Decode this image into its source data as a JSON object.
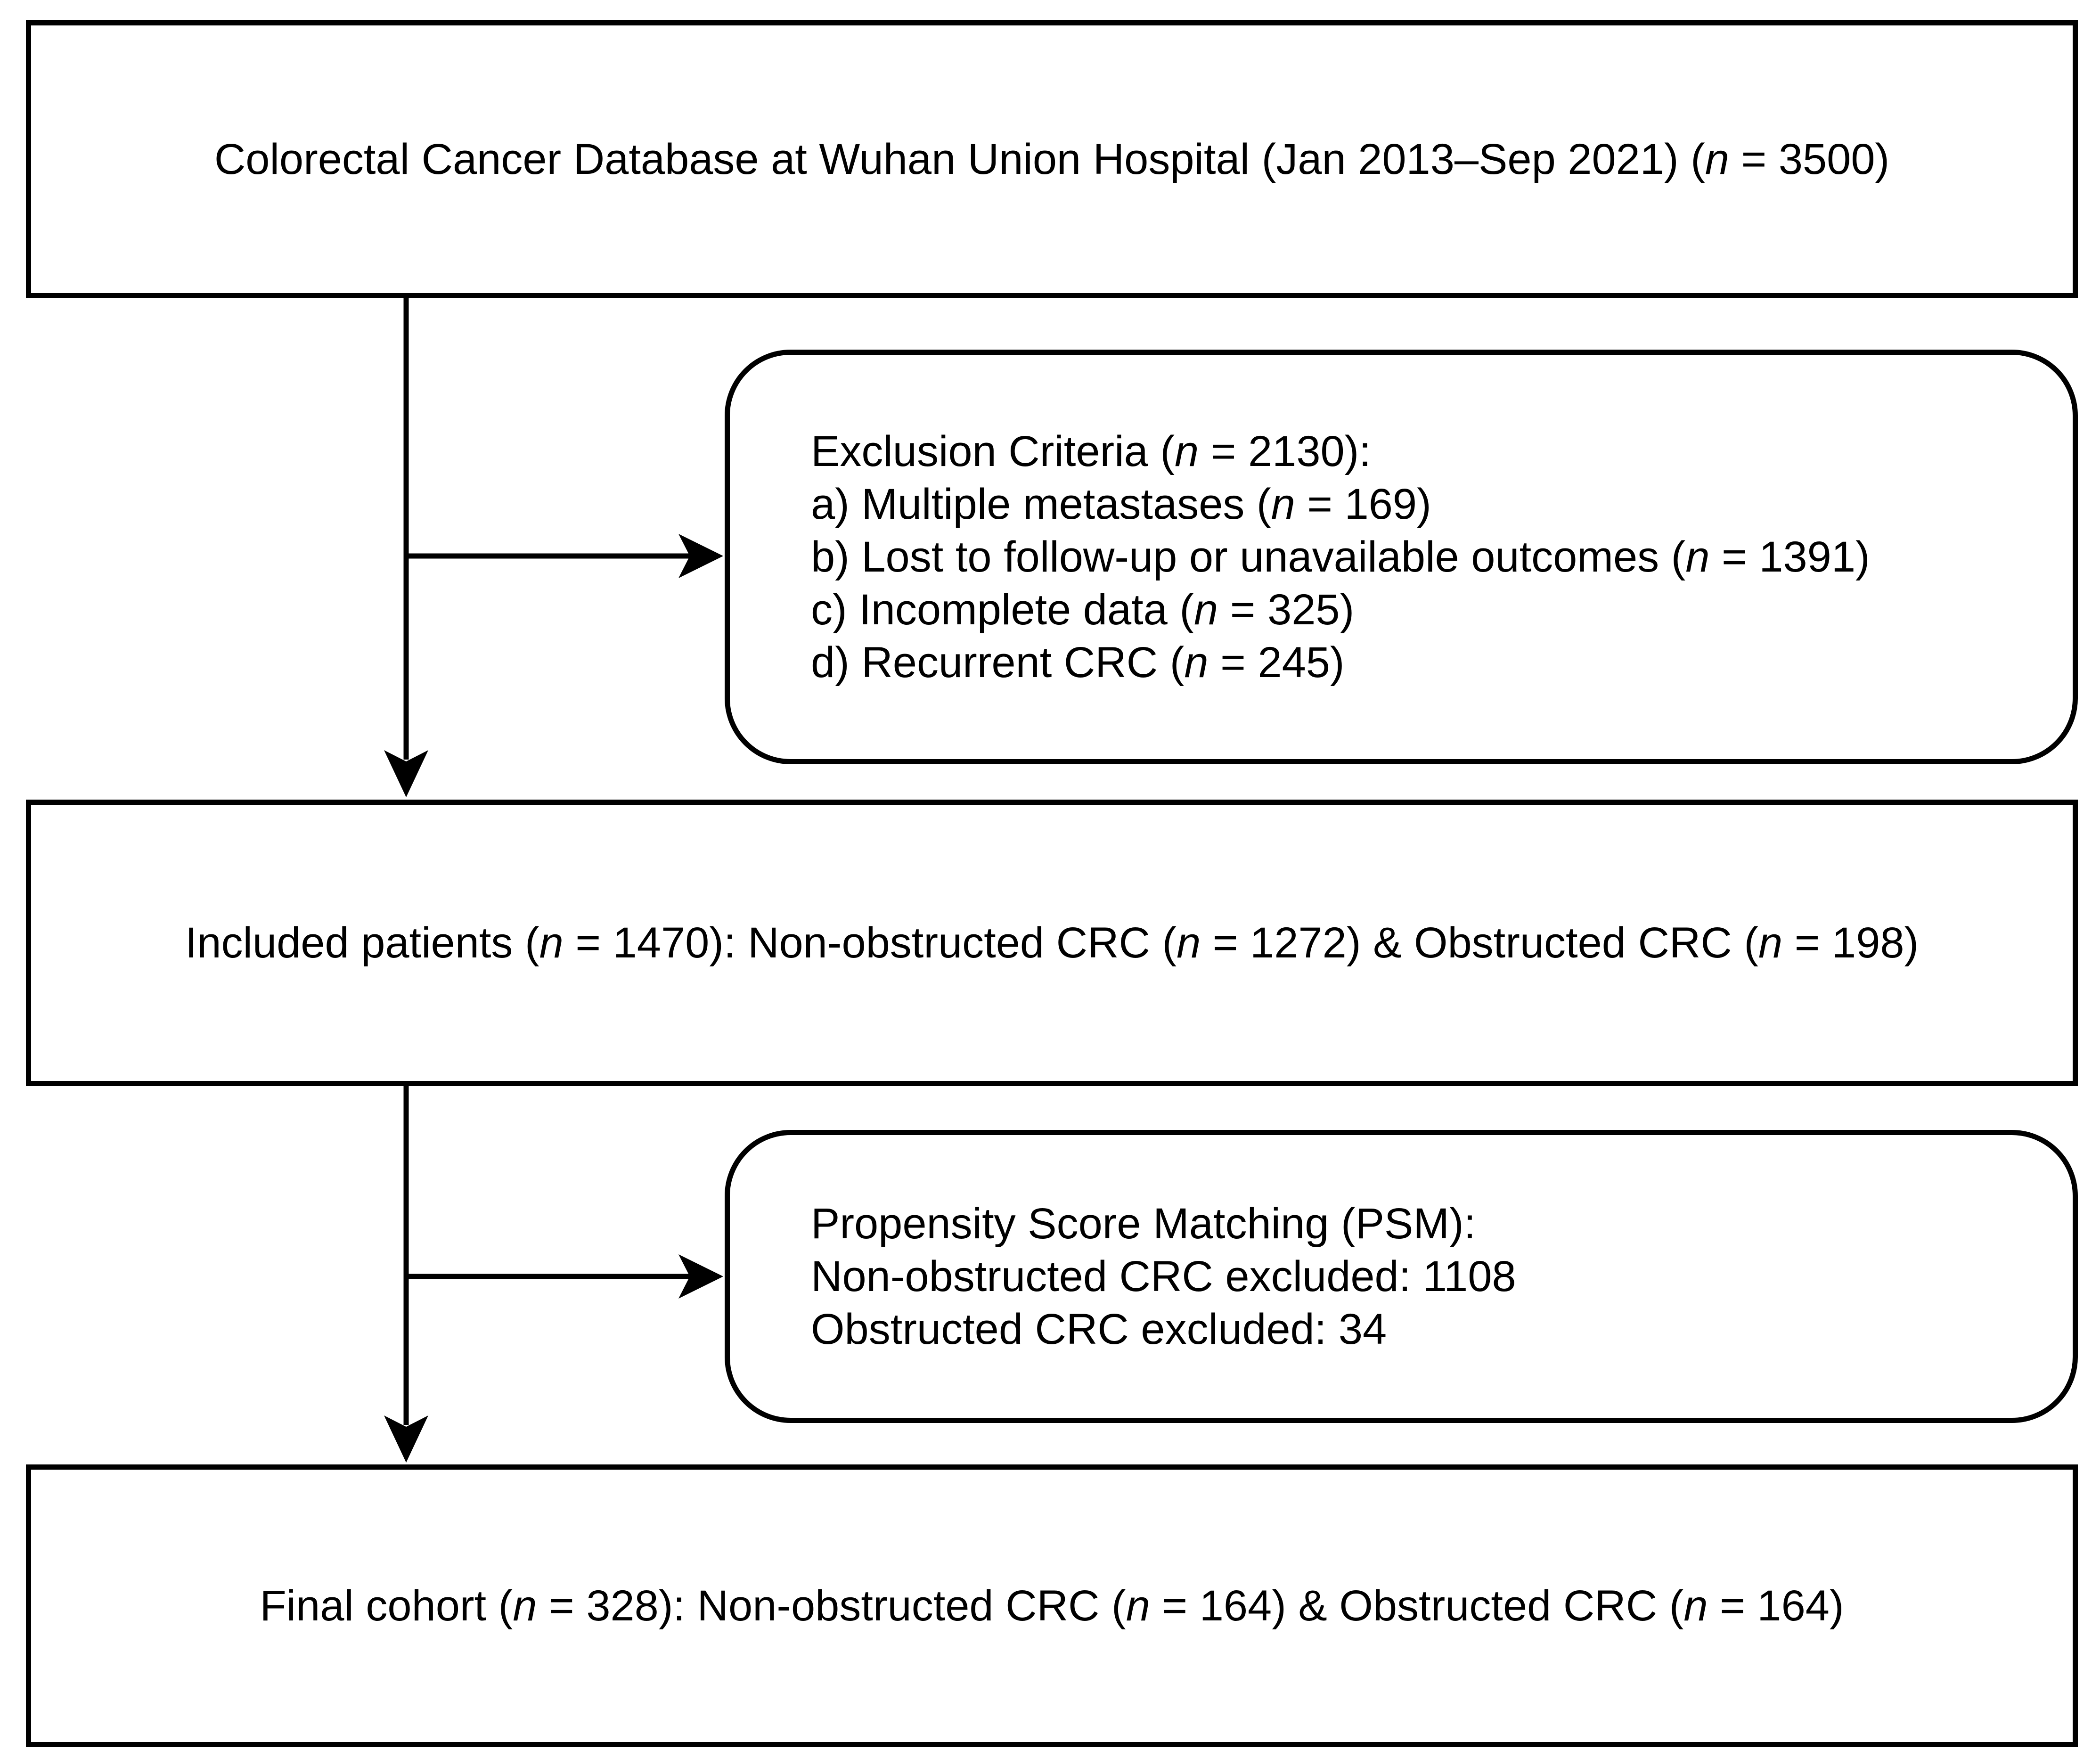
{
  "colors": {
    "background": "#ffffff",
    "line": "#000000",
    "text": "#000000"
  },
  "boxes": {
    "database": {
      "shape": "rectangle",
      "parts": [
        "Colorectal Cancer Database at Wuhan Union Hospital (Jan 2013–Sep 2021) (",
        "n",
        " = 3500)"
      ]
    },
    "exclusion": {
      "shape": "rounded",
      "lines": [
        {
          "parts": [
            "Exclusion Criteria (",
            "n",
            " = 2130):"
          ]
        },
        {
          "parts": [
            "a) Multiple metastases (",
            "n",
            " = 169)"
          ]
        },
        {
          "parts": [
            "b) Lost to follow-up or unavailable outcomes (",
            "n",
            " = 1391)"
          ]
        },
        {
          "parts": [
            "c) Incomplete data (",
            "n",
            " = 325)"
          ]
        },
        {
          "parts": [
            "d) Recurrent CRC (",
            "n",
            " = 245)"
          ]
        }
      ]
    },
    "included": {
      "shape": "rectangle",
      "parts": [
        "Included patients (",
        "n",
        " = 1470): Non-obstructed CRC (",
        "n",
        " = 1272) & Obstructed CRC (",
        "n",
        " = 198)"
      ]
    },
    "psm": {
      "shape": "rounded",
      "lines": [
        {
          "parts": [
            "Propensity Score Matching (PSM):"
          ]
        },
        {
          "parts": [
            "Non-obstructed CRC excluded: 1108"
          ]
        },
        {
          "parts": [
            "Obstructed CRC excluded: 34"
          ]
        }
      ]
    },
    "final": {
      "shape": "rectangle",
      "parts": [
        "Final cohort (",
        "n",
        " = 328): Non-obstructed CRC (",
        "n",
        " = 164) & Obstructed CRC (",
        "n",
        " = 164)"
      ]
    }
  }
}
